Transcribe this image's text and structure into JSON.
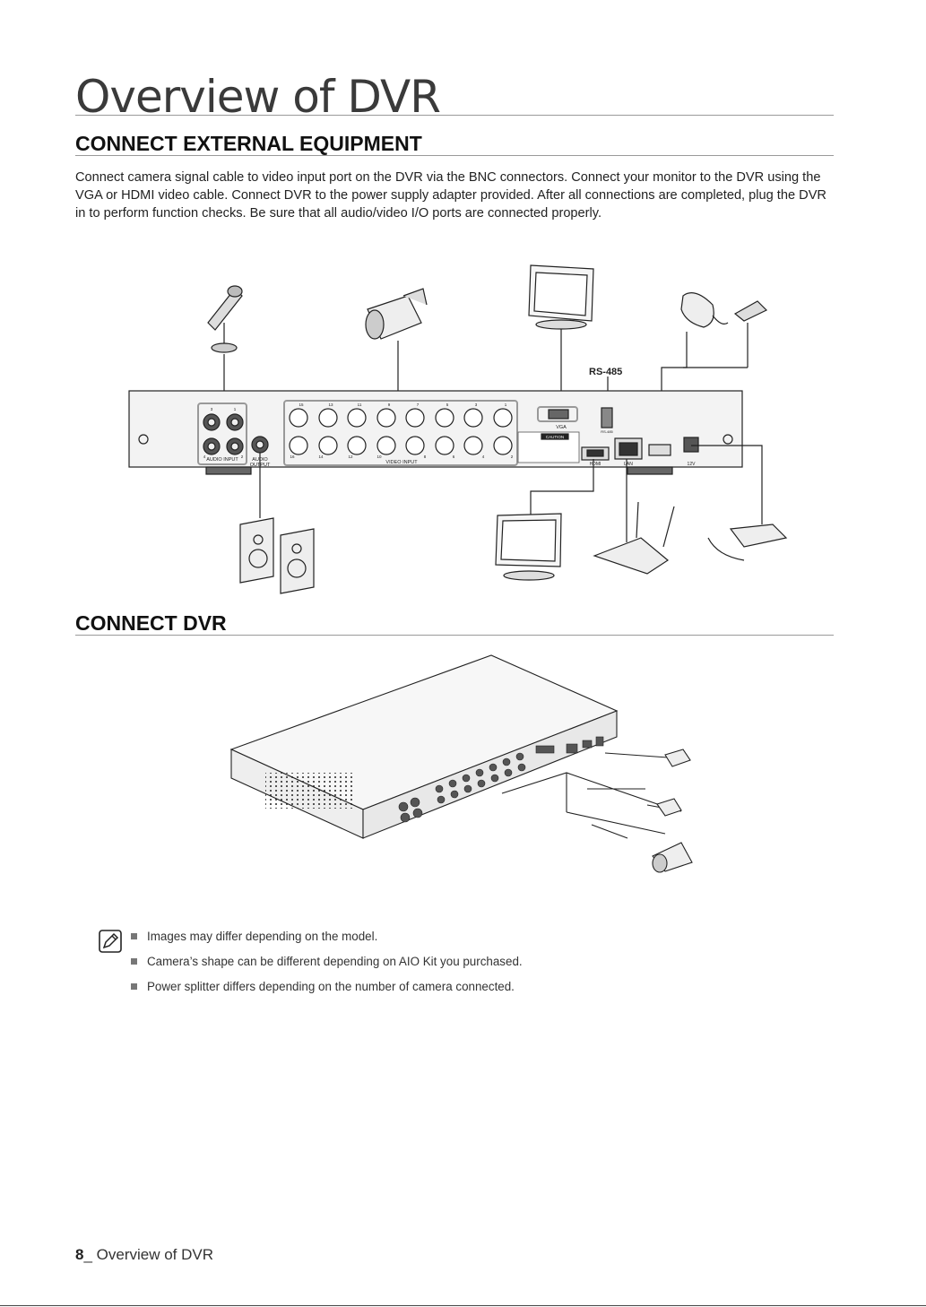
{
  "page": {
    "title": "Overview of DVR",
    "section1_heading": "CONNECT EXTERNAL EQUIPMENT",
    "intro_text": "Connect camera signal cable to video input port on the DVR via the BNC connectors. Connect your monitor to the DVR using the VGA or HDMI video cable. Connect DVR to the power supply adapter provided. After all connections are completed, plug the DVR in to perform function checks. Be sure that all audio/video I/O ports are connected properly.",
    "section2_heading": "CONNECT DVR"
  },
  "rear_panel": {
    "rs485_callout": "RS-485",
    "audio_input": "AUDIO INPUT",
    "audio_output_line1": "AUDIO",
    "audio_output_line2": "OUTPUT",
    "video_input": "VIDEO INPUT",
    "vga": "VGA",
    "rs485_small": "RS-485",
    "caution": "CAUTION",
    "hdmi": "HDMI",
    "lan": "LAN",
    "power": "12V",
    "audio_top_nums": [
      "3",
      "1"
    ],
    "audio_bottom_nums": [
      "4",
      "2"
    ],
    "video_top_nums": [
      "15",
      "13",
      "11",
      "9",
      "7",
      "5",
      "3",
      "1"
    ],
    "video_bottom_nums": [
      "16",
      "14",
      "12",
      "10",
      "8",
      "6",
      "4",
      "2"
    ]
  },
  "notes": {
    "items": [
      "Images may differ depending on the model.",
      "Camera’s shape can be different depending on AIO Kit you purchased.",
      "Power splitter differs depending on the number of camera connected."
    ]
  },
  "footer": {
    "page_number": "8",
    "section_name": "_ Overview of DVR"
  }
}
